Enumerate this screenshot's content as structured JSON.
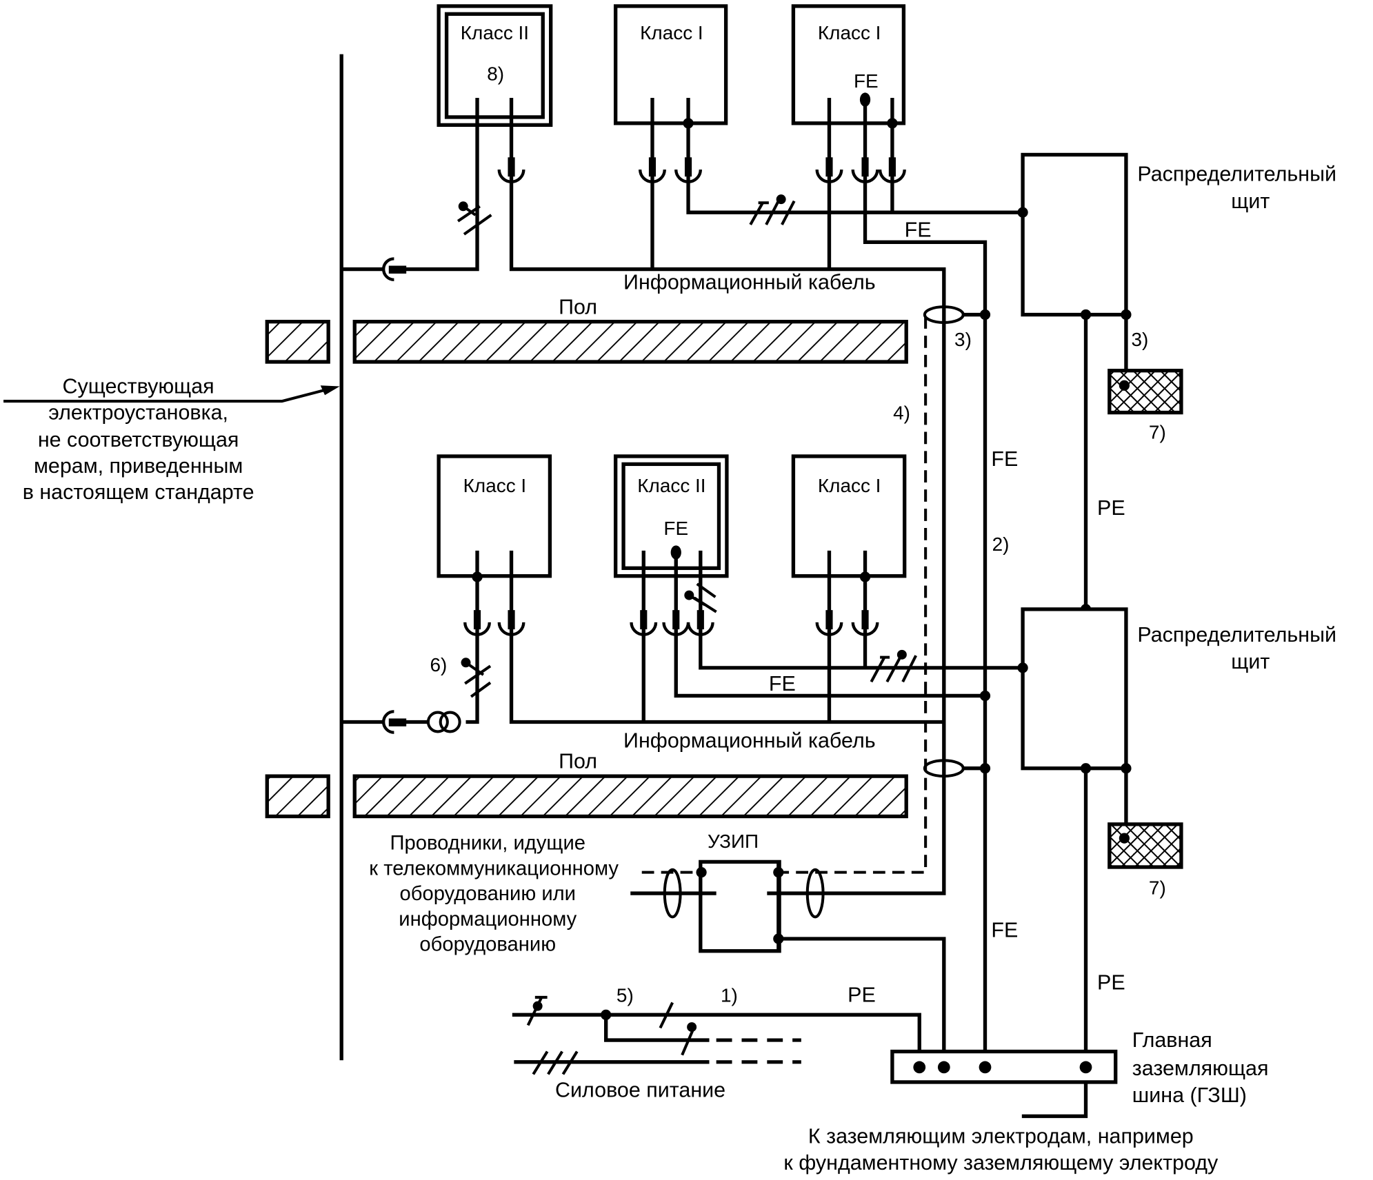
{
  "equipment": {
    "top_row": [
      {
        "class_label": "Класс II",
        "note": "8)"
      },
      {
        "class_label": "Класс I"
      },
      {
        "class_label": "Класс I",
        "fe_label": "FE"
      }
    ],
    "bottom_row": [
      {
        "class_label": "Класс I"
      },
      {
        "class_label": "Класс II",
        "fe_label": "FE"
      },
      {
        "class_label": "Класс I"
      }
    ]
  },
  "boards": {
    "upper": {
      "line1": "Распределительный",
      "line2": "щит"
    },
    "lower": {
      "line1": "Распределительный",
      "line2": "щит"
    }
  },
  "cables": {
    "info_cable_upper": "Информационный кабель",
    "info_cable_lower": "Информационный кабель",
    "floor_upper": "Пол",
    "floor_lower": "Пол"
  },
  "conductor_labels": {
    "fe_top_horizontal": "FE",
    "fe_vertical_upper": "FE",
    "fe_vertical_lower": "FE",
    "fe_lower_horizontal": "FE",
    "pe_upper": "PE",
    "pe_lower": "PE",
    "pe_supply": "PE"
  },
  "notes": {
    "n1": "1)",
    "n2": "2)",
    "n3a": "3)",
    "n3b": "3)",
    "n4": "4)",
    "n5": "5)",
    "n6": "6)",
    "n7a": "7)",
    "n7b": "7)"
  },
  "existing_installation": {
    "lines": [
      "Существующая",
      "электроустановка,",
      "не соответствующая",
      "мерам, приведенным",
      "в настоящем стандарте"
    ]
  },
  "telecom_conductors": {
    "lines": [
      "Проводники, идущие",
      "к телекоммуникационному",
      "оборудованию или",
      "информационному",
      "оборудованию"
    ]
  },
  "spd": {
    "label": "УЗИП"
  },
  "power_supply": {
    "label": "Силовое питание"
  },
  "main_earthing_bar": {
    "lines": [
      "Главная",
      "заземляющая",
      "шина (ГЗШ)"
    ]
  },
  "earth_electrodes": {
    "lines": [
      "К заземляющим электродам, например",
      "к фундаментному заземляющему электроду"
    ]
  }
}
